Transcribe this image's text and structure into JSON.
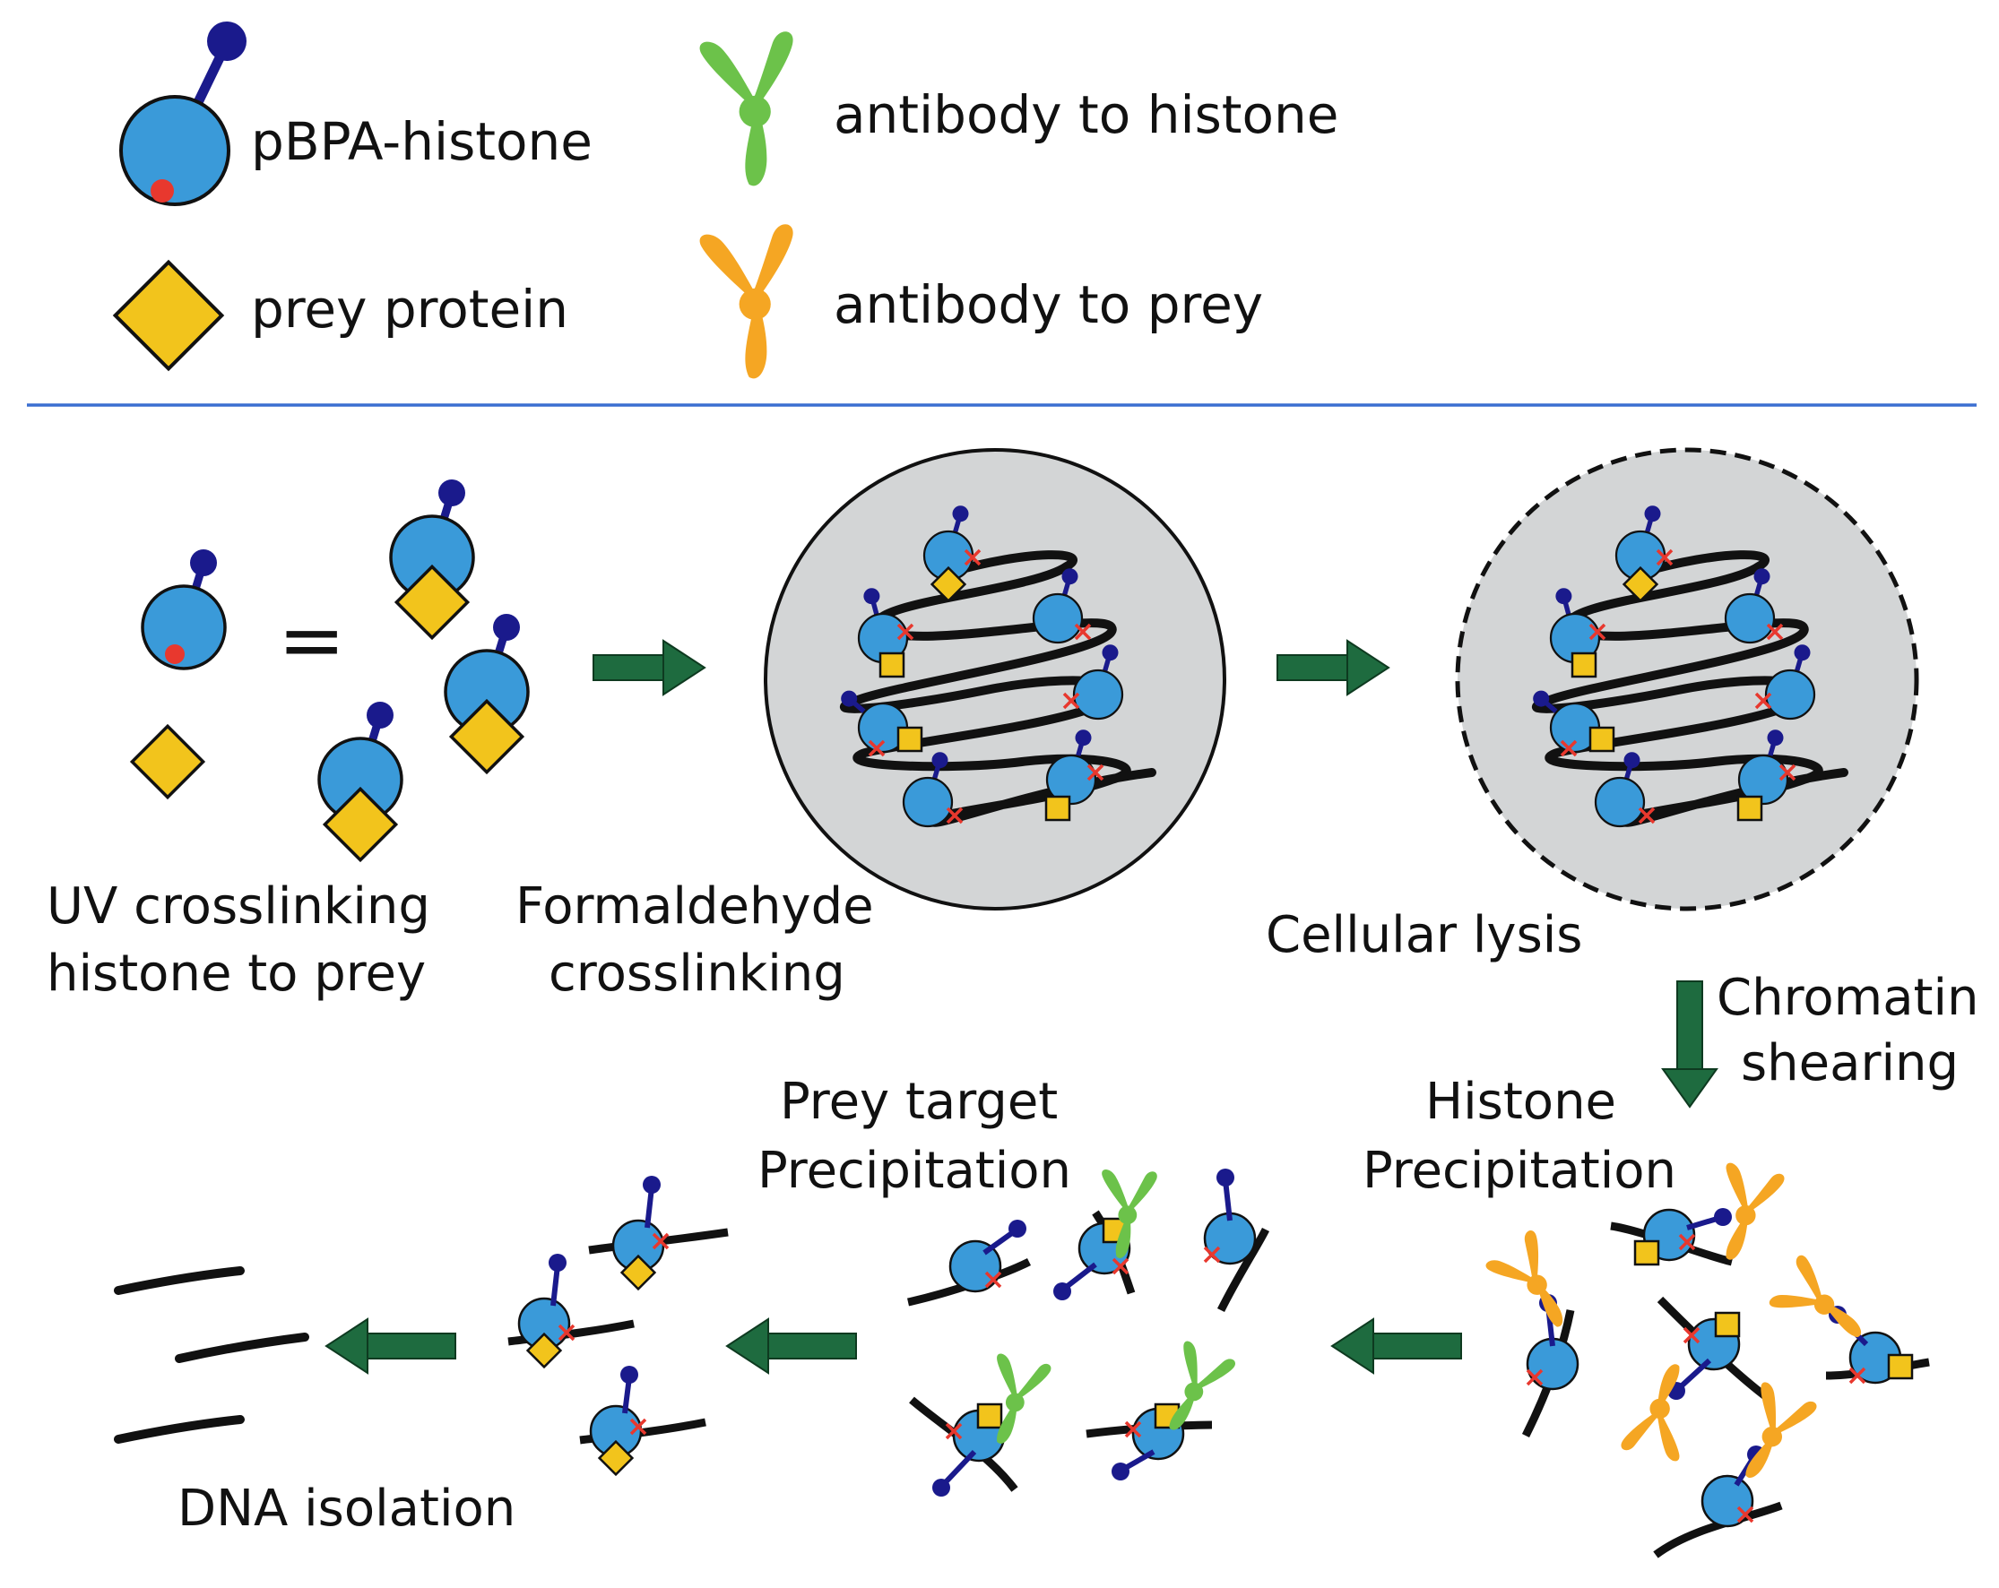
{
  "legend": {
    "histone_label": "pBPA-histone",
    "prey_label": "prey protein",
    "antibody_histone_label": "antibody to histone",
    "antibody_prey_label": "antibody to prey"
  },
  "equals_sign": "=",
  "steps": {
    "uv_line1": "UV crosslinking",
    "uv_line2": "histone to prey",
    "formaldehyde_line1": "Formaldehyde",
    "formaldehyde_line2": "crosslinking",
    "lysis": "Cellular lysis",
    "shearing_line1": "Chromatin",
    "shearing_line2": "shearing",
    "histone_precip_line1": "Histone",
    "histone_precip_line2": "Precipitation",
    "prey_precip_line1": "Prey target",
    "prey_precip_line2": "Precipitation",
    "dna_isolation": "DNA isolation"
  },
  "colors": {
    "histone_body": "#3a9ad9",
    "pbpa_stick": "#1a1a8c",
    "crosslinker_dot": "#e8382e",
    "prey": "#f2c41c",
    "antibody_histone": "#6cc24a",
    "antibody_prey": "#f5a623",
    "arrow": "#1e6b3f",
    "nucleus": "#d3d5d6",
    "divider": "#3b6fd1",
    "dna": "#111111"
  }
}
